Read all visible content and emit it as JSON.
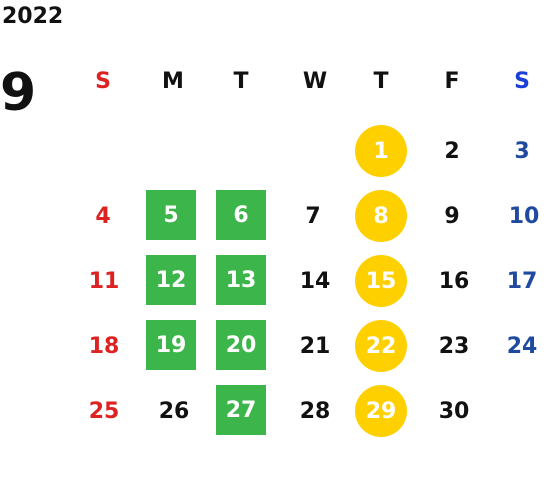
{
  "calendar": {
    "year": "2022",
    "month": "9",
    "weekdays": [
      "S",
      "M",
      "T",
      "W",
      "T",
      "F",
      "S"
    ],
    "weeks": [
      [
        {
          "day": "",
          "mark": ""
        },
        {
          "day": "",
          "mark": ""
        },
        {
          "day": "",
          "mark": ""
        },
        {
          "day": "",
          "mark": ""
        },
        {
          "day": "1",
          "mark": "yellow-circle"
        },
        {
          "day": "2",
          "mark": ""
        },
        {
          "day": "3",
          "mark": ""
        }
      ],
      [
        {
          "day": "4",
          "mark": ""
        },
        {
          "day": "5",
          "mark": "green-square"
        },
        {
          "day": "6",
          "mark": "green-square"
        },
        {
          "day": "7",
          "mark": ""
        },
        {
          "day": "8",
          "mark": "yellow-circle"
        },
        {
          "day": "9",
          "mark": ""
        },
        {
          "day": "10",
          "mark": ""
        }
      ],
      [
        {
          "day": "11",
          "mark": ""
        },
        {
          "day": "12",
          "mark": "green-square"
        },
        {
          "day": "13",
          "mark": "green-square"
        },
        {
          "day": "14",
          "mark": ""
        },
        {
          "day": "15",
          "mark": "yellow-circle"
        },
        {
          "day": "16",
          "mark": ""
        },
        {
          "day": "17",
          "mark": ""
        }
      ],
      [
        {
          "day": "18",
          "mark": ""
        },
        {
          "day": "19",
          "mark": "green-square"
        },
        {
          "day": "20",
          "mark": "green-square"
        },
        {
          "day": "21",
          "mark": ""
        },
        {
          "day": "22",
          "mark": "yellow-circle"
        },
        {
          "day": "23",
          "mark": ""
        },
        {
          "day": "24",
          "mark": ""
        }
      ],
      [
        {
          "day": "25",
          "mark": ""
        },
        {
          "day": "26",
          "mark": ""
        },
        {
          "day": "27",
          "mark": "green-square"
        },
        {
          "day": "28",
          "mark": ""
        },
        {
          "day": "29",
          "mark": "yellow-circle"
        },
        {
          "day": "30",
          "mark": ""
        },
        {
          "day": "",
          "mark": ""
        }
      ]
    ]
  },
  "colors": {
    "sunday": "#dd2222",
    "saturday_header": "#1a3fd8",
    "saturday": "#1f4aa0",
    "text": "#111111",
    "green_mark": "#3cb54a",
    "yellow_mark": "#ffd000",
    "background": "#ffffff"
  }
}
